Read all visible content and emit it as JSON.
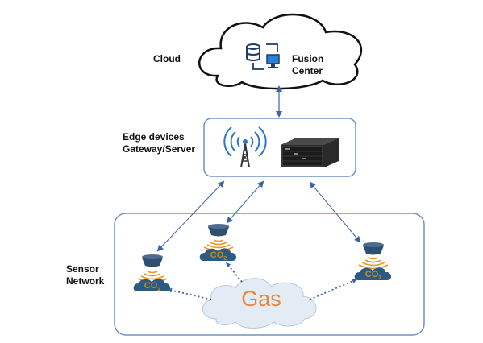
{
  "cloud": {
    "label": "Cloud",
    "fusion_center": [
      "Fusion",
      "Center"
    ]
  },
  "edge": {
    "label_lines": [
      "Edge devices",
      "Gateway/Server"
    ]
  },
  "sensor_network": {
    "label_lines": [
      "Sensor",
      "Network"
    ]
  },
  "sensors": [
    {
      "gas_label": "CO",
      "subscript": "2"
    },
    {
      "gas_label": "CO",
      "subscript": "2"
    },
    {
      "gas_label": "CO",
      "subscript": "2"
    }
  ],
  "gas": {
    "label": "Gas"
  },
  "colors": {
    "box_border": "#6a93c4",
    "arrow": "#3b64a8",
    "sensor_fill": "#2f4f6f",
    "wave": "#e89a2b",
    "gas_cloud": "#e3ebf4",
    "gas_text": "#e8873a"
  }
}
